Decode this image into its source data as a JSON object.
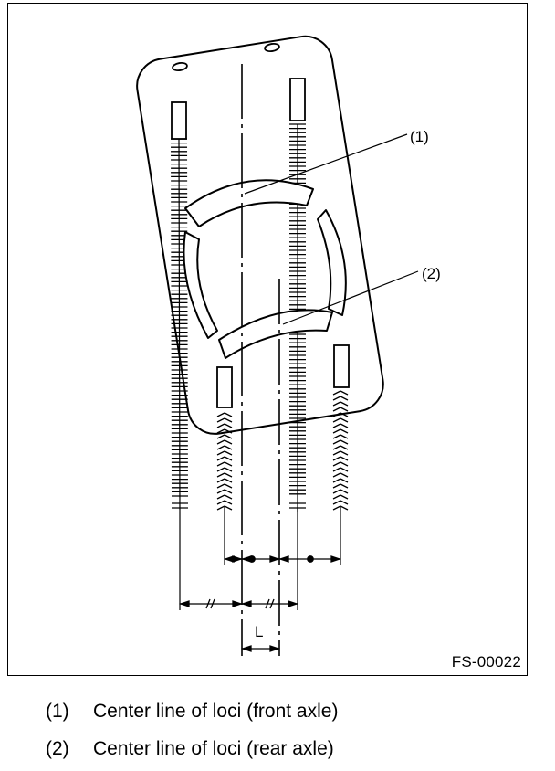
{
  "figure": {
    "id": "FS-00022",
    "callouts": [
      "(1)",
      "(2)"
    ],
    "dimension_label": "L"
  },
  "legend": [
    {
      "num": "(1)",
      "text": "Center line of loci (front axle)"
    },
    {
      "num": "(2)",
      "text": "Center line of loci (rear axle)"
    }
  ]
}
